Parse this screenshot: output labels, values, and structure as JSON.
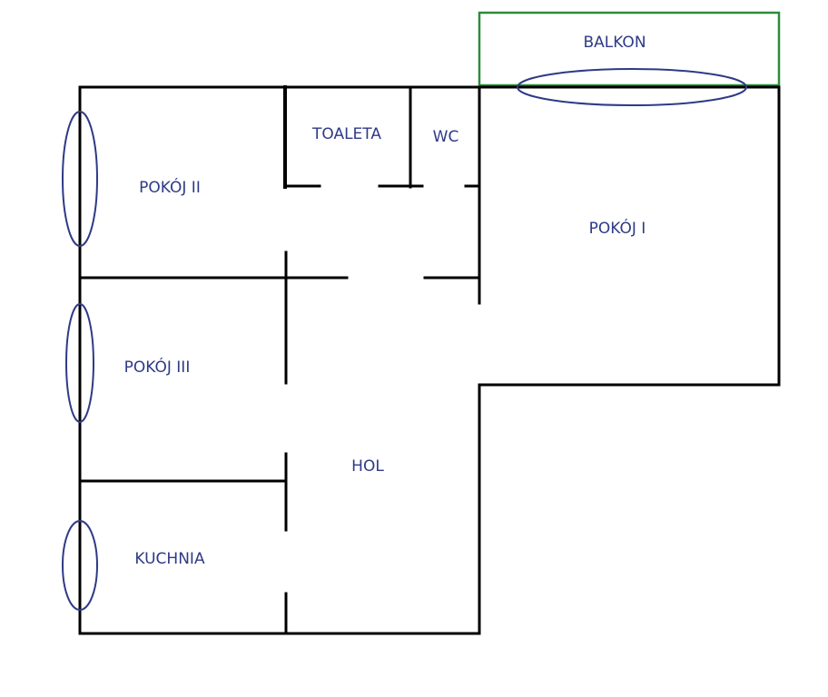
{
  "colors": {
    "wall": "#000000",
    "window": "#2e3a86",
    "balcony": "#2e8b3a",
    "label": "#2e3a86",
    "background": "#ffffff"
  },
  "rooms": {
    "balkon": "BALKON",
    "toaleta": "TOALETA",
    "wc": "WC",
    "pokoj_1": "POKÓJ I",
    "pokoj_2": "POKÓJ II",
    "pokoj_3": "POKÓJ III",
    "hol": "HOL",
    "kuchnia": "KUCHNIA"
  }
}
